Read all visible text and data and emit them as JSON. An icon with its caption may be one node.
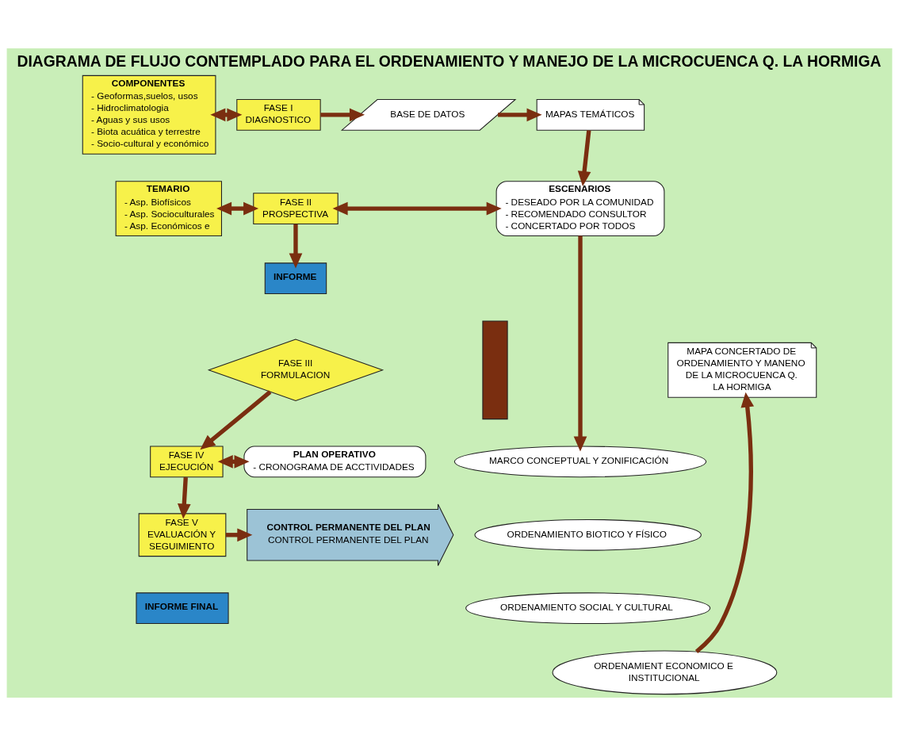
{
  "diagram": {
    "title": "DIAGRAMA DE FLUJO CONTEMPLADO PARA EL ORDENAMIENTO Y MANEJO DE LA MICROCUENCA Q. LA HORMIGA",
    "nodes": [
      {
        "text": [
          "COMPONENTES",
          "- Geoformas,suelos, usos",
          "- Hidroclimatologia",
          "- Aguas y sus usos",
          "- Biota acuática y terrestre",
          "- Socio-cultural y económico"
        ]
      },
      {
        "text": [
          "FASE I DIAGNOSTICO"
        ]
      },
      {
        "text": [
          "BASE DE DATOS"
        ]
      },
      {
        "text": [
          "MAPAS TEMÁTICOS"
        ]
      },
      {
        "text": [
          "TEMARIO",
          "- Asp. Biofísicos",
          "- Asp. Socioculturales",
          "- Asp. Económicos e"
        ]
      },
      {
        "text": [
          "FASE II PROSPECTIVA"
        ]
      },
      {
        "text": [
          "ESCENARIOS",
          "- DESEADO POR LA COMUNIDAD",
          "- RECOMENDADO CONSULTOR",
          "- CONCERTADO POR TODOS"
        ]
      },
      {
        "text": [
          "INFORME"
        ]
      },
      {
        "text": [
          "FASE III FORMULACION"
        ]
      },
      {
        "text": [],
        "shape": "bar"
      },
      {
        "text": [
          "MARCO CONCEPTUAL Y ZONIFICACIÓN"
        ]
      },
      {
        "text": [
          "ORDENAMIENTO BIOTICO Y FÍSICO"
        ]
      },
      {
        "text": [
          "ORDENAMIENTO SOCIAL Y CULTURAL"
        ]
      },
      {
        "text": [
          "ORDENAMIENT ECONOMICO E INSTITUCIONAL"
        ]
      },
      {
        "text": [
          "MAPA CONCERTADO DE ORDENAMIENTO Y MANENO DE LA MICROCUENCA Q. LA HORMIGA"
        ]
      },
      {
        "text": [
          "FASE IV EJECUCIÓN"
        ]
      },
      {
        "text": [
          "PLAN OPERATIVO",
          "- CRONOGRAMA DE ACCTIVIDADES"
        ]
      },
      {
        "text": [
          "FASE V EVALUACIÓN Y SEGUIMIENTO"
        ]
      },
      {
        "text": [
          "CONTROL PERMANENTE DEL PLAN",
          "CONTROL PERMANENTE DEL PLAN"
        ]
      },
      {
        "text": [
          "INFORME FINAL"
        ]
      }
    ],
    "edges": [
      {
        "from": 0,
        "to": 1,
        "arrow": "both"
      },
      {
        "from": 1,
        "to": 2,
        "arrow": "to"
      },
      {
        "from": 2,
        "to": 3,
        "arrow": "to"
      },
      {
        "from": 3,
        "to": 6,
        "arrow": "to"
      },
      {
        "from": 4,
        "to": 5,
        "arrow": "both"
      },
      {
        "from": 5,
        "to": 6,
        "arrow": "both"
      },
      {
        "from": 5,
        "to": 7,
        "arrow": "to"
      },
      {
        "from": 6,
        "to": 10,
        "arrow": "to"
      },
      {
        "from": 13,
        "to": 14,
        "arrow": "to"
      },
      {
        "from": 8,
        "to": 15,
        "arrow": "to"
      },
      {
        "from": 15,
        "to": 16,
        "arrow": "both"
      },
      {
        "from": 15,
        "to": 17,
        "arrow": "to"
      },
      {
        "from": 17,
        "to": 18,
        "arrow": "to"
      }
    ]
  }
}
